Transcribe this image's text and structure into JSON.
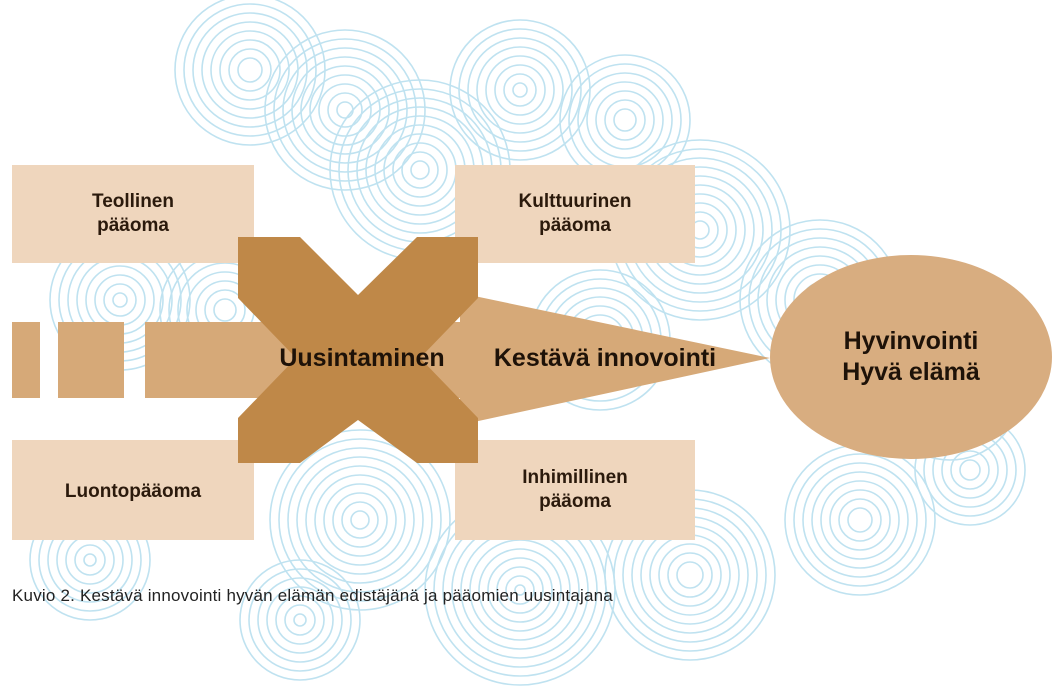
{
  "capitals": {
    "industrial": [
      "Teollinen",
      "pääoma"
    ],
    "cultural": [
      "Kulttuurinen",
      "pääoma"
    ],
    "natural": [
      "Luontopääoma"
    ],
    "human": [
      "Inhimillinen",
      "pääoma"
    ]
  },
  "center": {
    "renewal": "Uusintaminen",
    "innovation": "Kestävä innovointi"
  },
  "goal": {
    "line1": "Hyvinvointi",
    "line2": "Hyvä elämä"
  },
  "caption": "Kuvio 2. Kestävä innovointi hyvän elämän edistäjänä ja pääomien uusintajana",
  "colors": {
    "box": "#efd6bd",
    "arrow": "#d6a978",
    "cross": "#bf8848",
    "ellipse": "#d8ad80",
    "swirl": "#bfe2f0"
  }
}
